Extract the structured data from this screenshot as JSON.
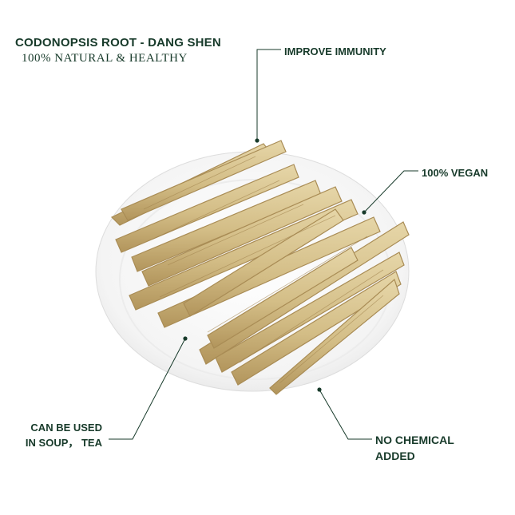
{
  "header": {
    "title": "CODONOPSIS ROOT - DANG SHEN",
    "subtitle": "100% NATURAL & HEALTHY"
  },
  "callouts": {
    "immunity": "IMPROVE IMMUNITY",
    "vegan": "100% VEGAN",
    "soup_line1": "CAN BE USED",
    "soup_line2": "IN SOUP，  TEA",
    "chemical_line1": "NO CHEMICAL",
    "chemical_line2": "ADDED"
  },
  "colors": {
    "text": "#173a2a",
    "plate": "#f3f3f3",
    "root_light": "#dcc895",
    "root_dark": "#b89a5e"
  }
}
